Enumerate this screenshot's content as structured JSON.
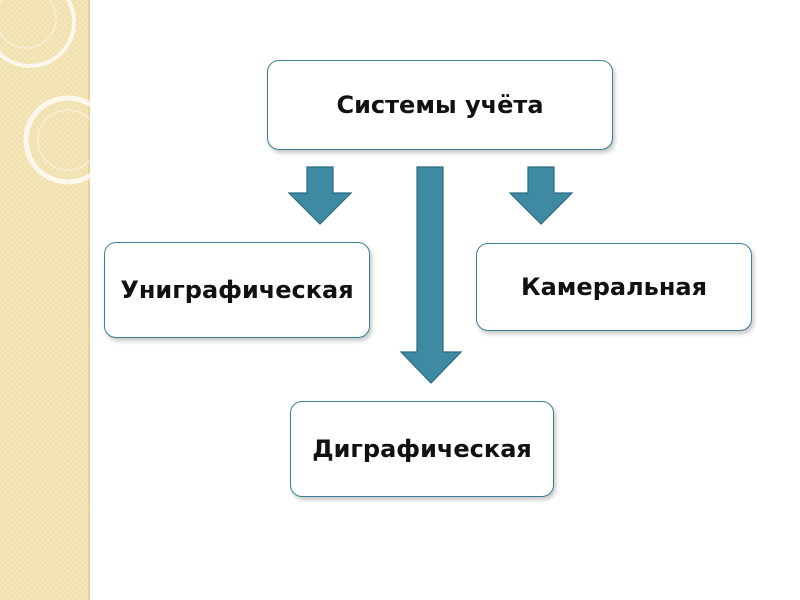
{
  "diagram": {
    "root": {
      "label": "Системы учёта"
    },
    "children": [
      {
        "id": "left",
        "label": "Униграфическая"
      },
      {
        "id": "right",
        "label": "Камеральная"
      },
      {
        "id": "bottom",
        "label": "Диграфическая"
      }
    ],
    "colors": {
      "arrow_fill": "#3e8aa3",
      "arrow_stroke": "#2c6a80",
      "box_border": "#3a7f96",
      "side_panel": "#f3e4b4"
    }
  }
}
